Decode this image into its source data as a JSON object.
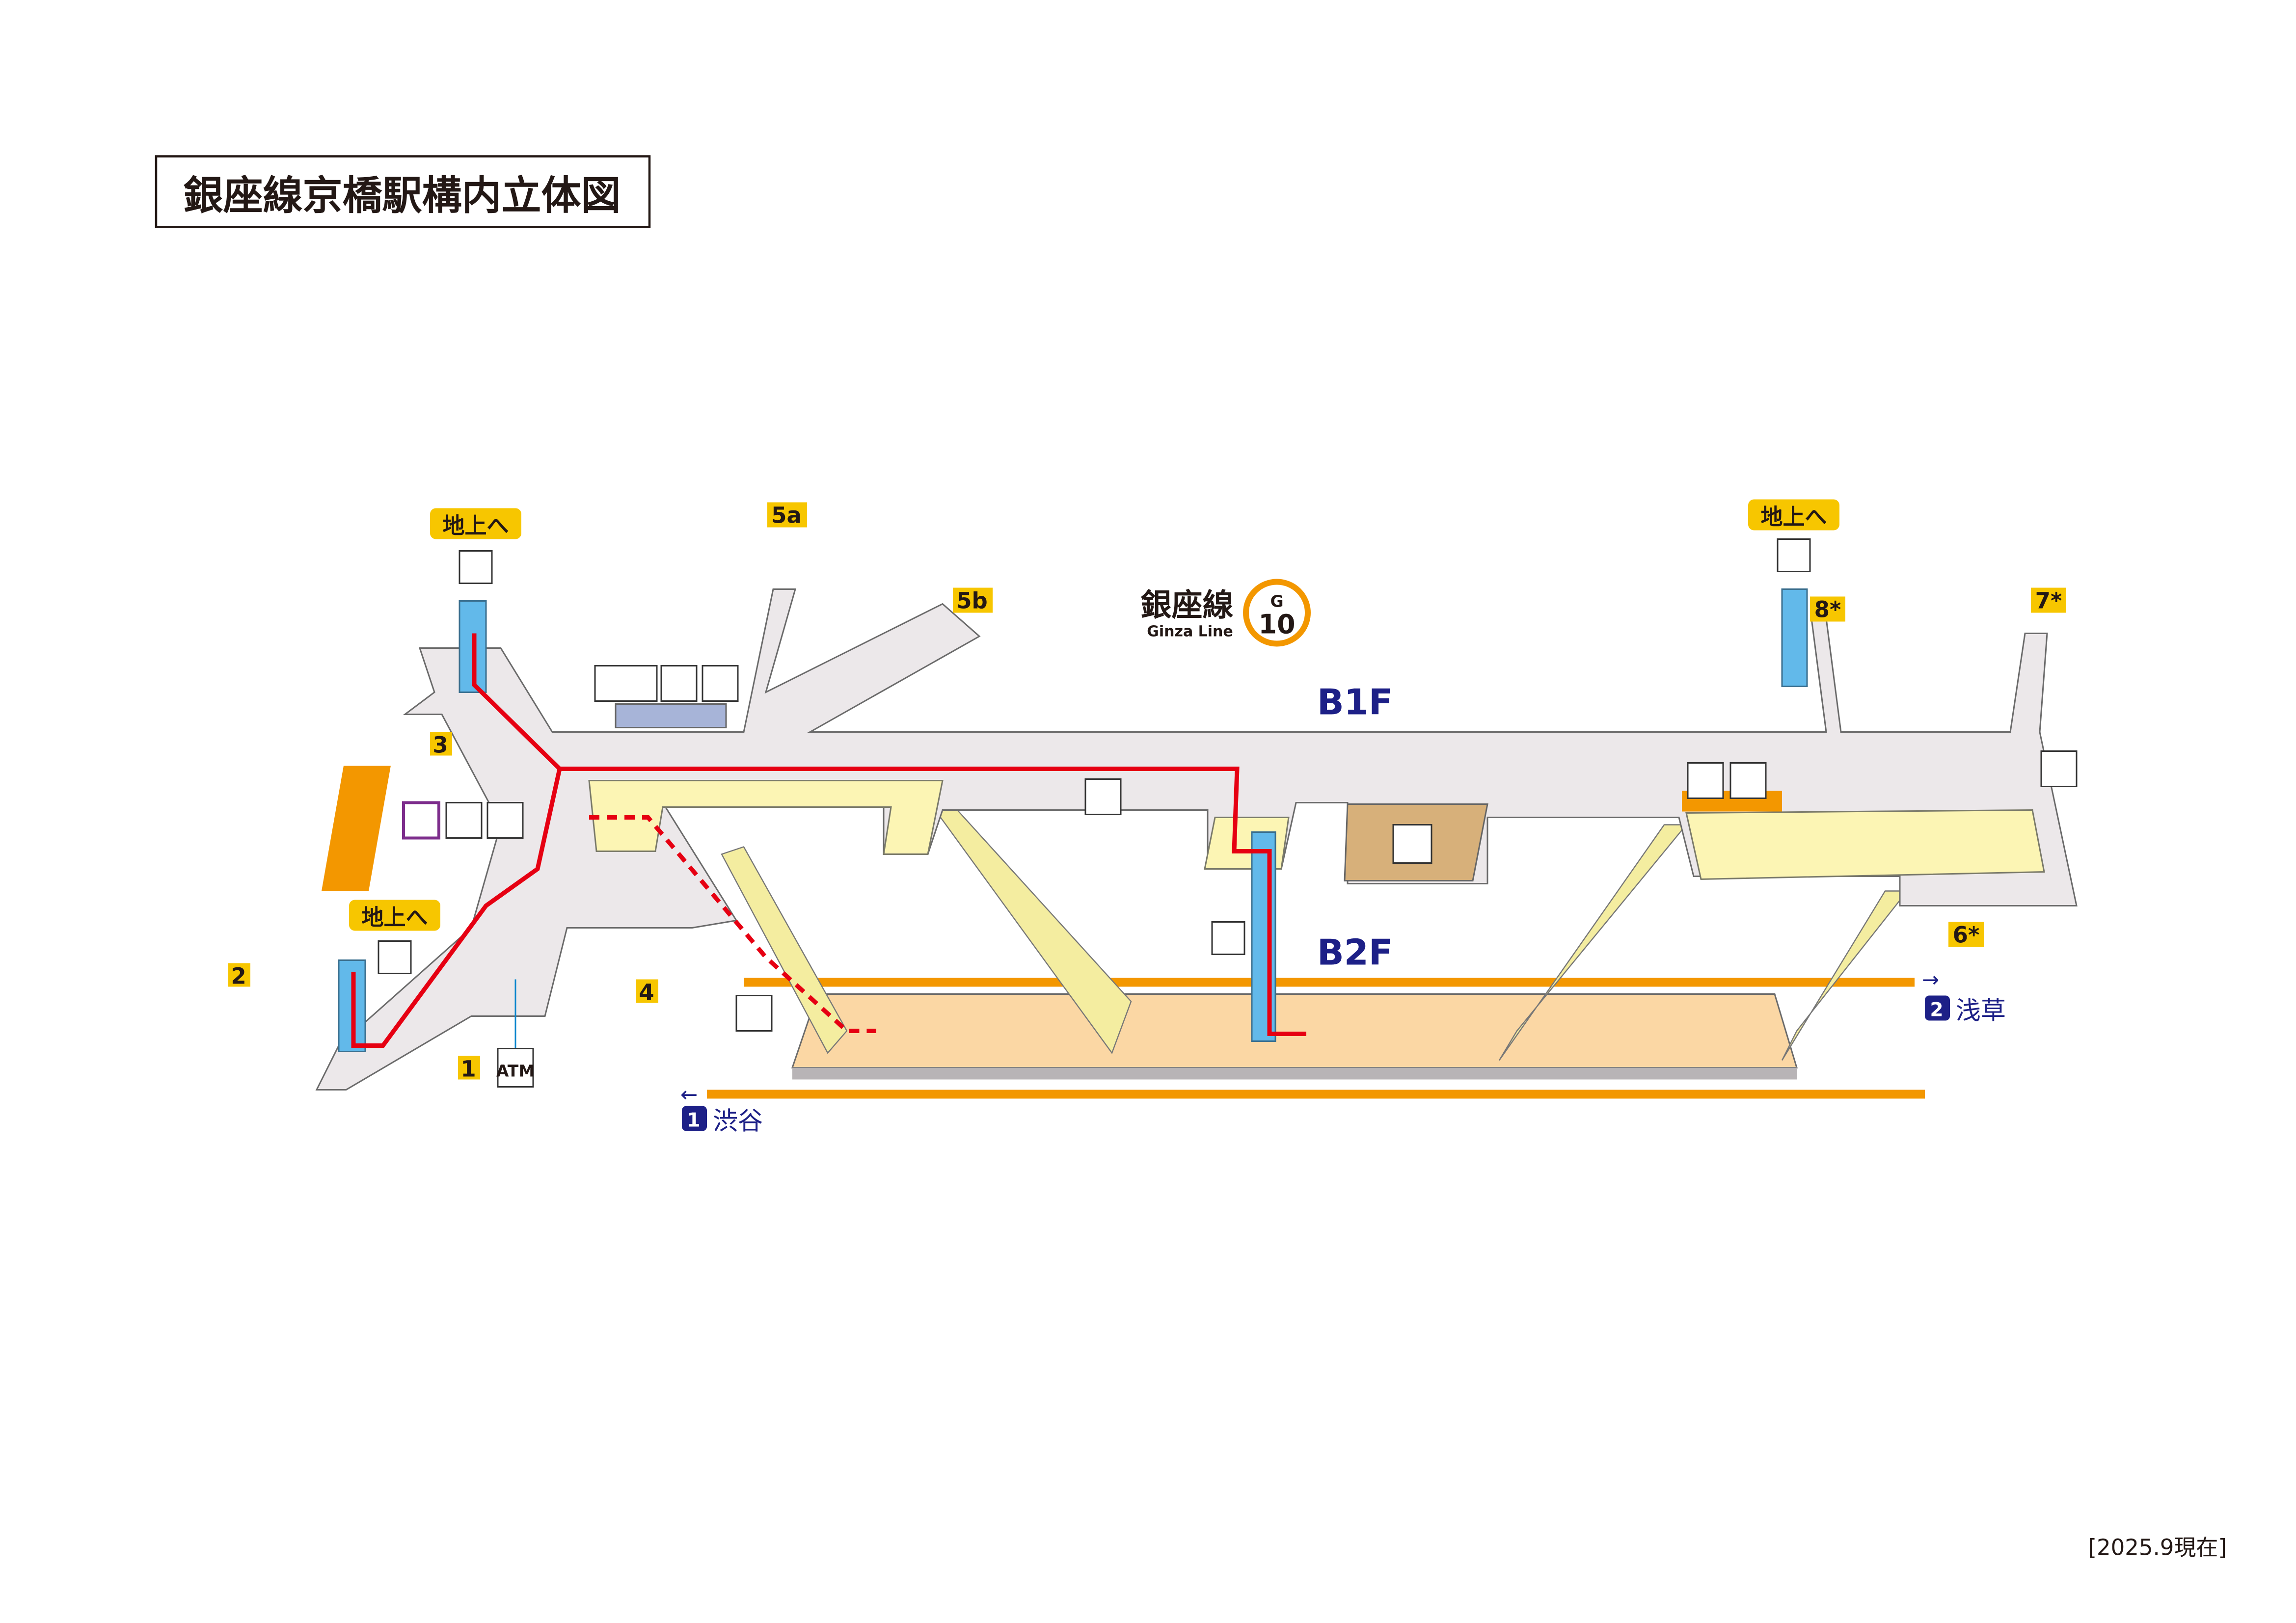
{
  "title": "銀座線京橋駅構内立体図",
  "line": {
    "name_ja": "銀座線",
    "name_en": "Ginza Line",
    "letter": "G",
    "number": "10",
    "color": "#f39700"
  },
  "floors": {
    "b1": "B1F",
    "b2": "B2F"
  },
  "exits": {
    "e1": "1",
    "e2": "2",
    "e3": "3",
    "e4": "4",
    "e5a": "5a",
    "e5b": "5b",
    "e6": "6*",
    "e7": "7*",
    "e8": "8*"
  },
  "to_ground": [
    "地上へ",
    "地上へ",
    "地上へ"
  ],
  "atm": "ATM",
  "directions": {
    "left": {
      "num": "1",
      "dest": "渋谷"
    },
    "right": {
      "num": "2",
      "dest": "浅草"
    }
  },
  "facility_icons": [
    "elevator-icon",
    "toilet-icon",
    "wheelchair-icon",
    "baby-icon",
    "multipurpose-icon",
    "qr-ticket-icon",
    "commuter-pass-icon",
    "ticket-office-icon",
    "locker-icon",
    "station-office-icon",
    "phone-icon",
    "stair-lift-icon"
  ],
  "date": "[2025.9現在]"
}
